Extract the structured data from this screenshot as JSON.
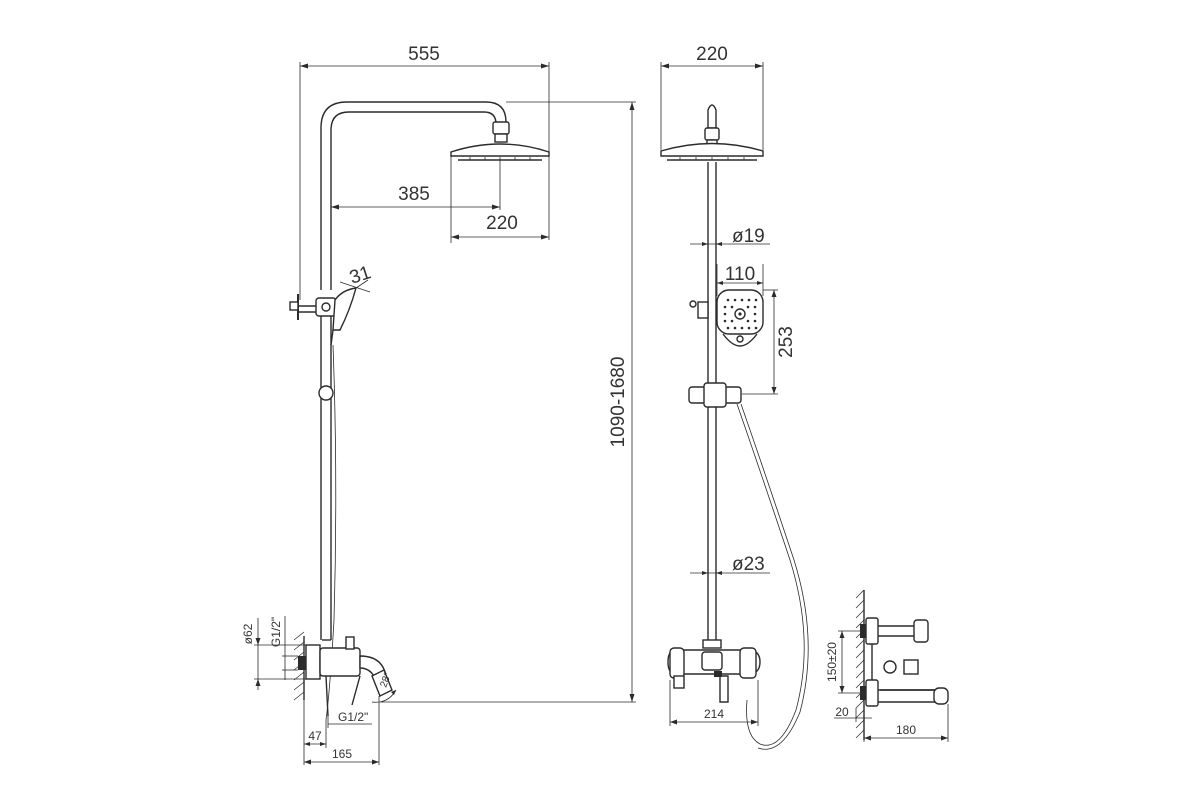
{
  "side_view": {
    "total_width": "555",
    "arm_reach": "385",
    "head_diameter": "220",
    "handshower_angle": "31",
    "height_range": "1090-1680",
    "mixer_diameter": "ø62",
    "inlet_thread_top": "G1/2\"",
    "inlet_thread_bottom": "G1/2\"",
    "spout_angle": "28°",
    "wall_offset": "47",
    "mixer_depth": "165"
  },
  "front_view": {
    "head_diameter": "220",
    "upper_pipe_diameter": "ø19",
    "handshower_width": "110",
    "handshower_length": "253",
    "lower_pipe_diameter": "ø23",
    "mixer_width": "214"
  },
  "mixer_view": {
    "inlet_spacing": "150±20",
    "eccentric_offset": "20",
    "spout_length": "180"
  }
}
